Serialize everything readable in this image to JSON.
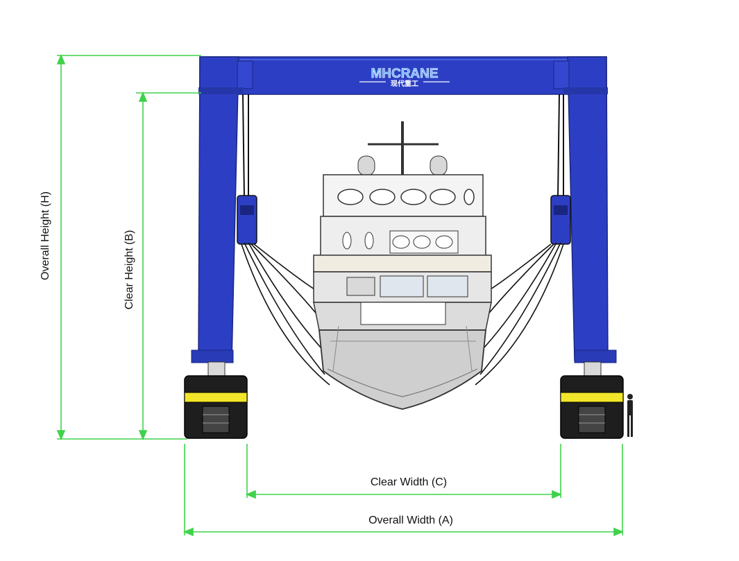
{
  "logo": {
    "brand": "MHCRANE",
    "subtitle": "现代重工"
  },
  "dimensions": {
    "overall_height": "Overall Height (H)",
    "clear_height": "Clear Height (B)",
    "clear_width": "Clear Width (C)",
    "overall_width": "Overall Width (A)"
  },
  "colors": {
    "frame_blue": "#2c3fc4",
    "frame_dark": "#1f2c96",
    "dimension_green": "#3fd24a",
    "wheel_band": "#f2e62a",
    "hull_grey": "#cfcfcf"
  }
}
